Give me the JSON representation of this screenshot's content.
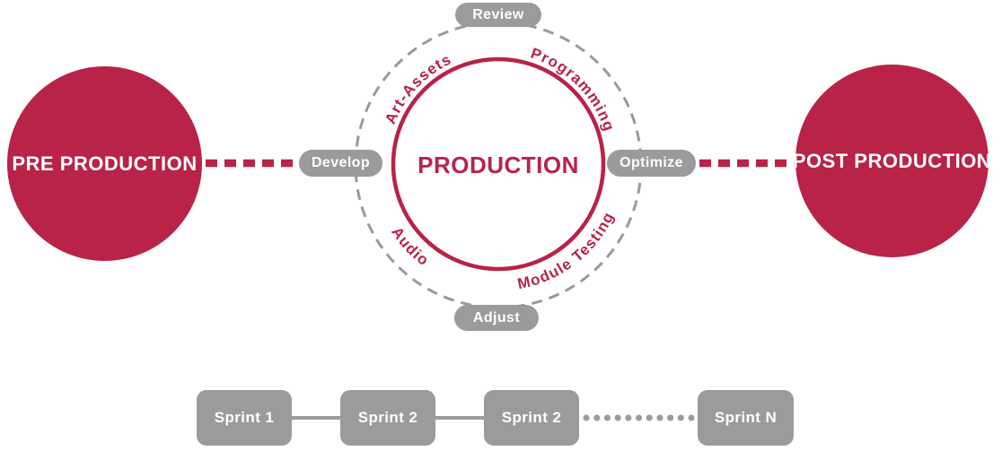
{
  "colors": {
    "crimson": "#b82347",
    "gray": "#9b9b9b",
    "dash_gray": "#9a9a9a",
    "white": "#ffffff"
  },
  "phases": {
    "pre": "PRE PRODUCTION",
    "post": "POST PRODUCTION"
  },
  "cycle": {
    "title": "PRODUCTION",
    "activities": {
      "top_left": "Art-Assets",
      "top_right": "Programming",
      "bottom_left": "Audio",
      "bottom_right": "Module Testing"
    },
    "steps": {
      "top": "Review",
      "left": "Develop",
      "right": "Optimize",
      "bottom": "Adjust"
    }
  },
  "sprints": [
    "Sprint 1",
    "Sprint 2",
    "Sprint 2",
    "Sprint N"
  ]
}
